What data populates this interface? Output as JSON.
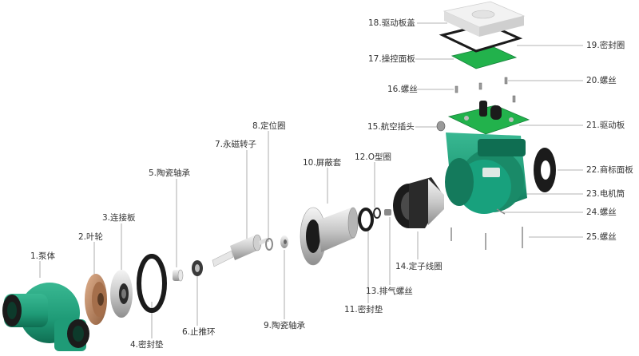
{
  "diagram": {
    "colors": {
      "housing_green": "#1f9b77",
      "dark_green": "#0f6e52",
      "pcb_green": "#22b24c",
      "black": "#1b1b1b",
      "bronze": "#b9825c",
      "silver": "#c9c9c9",
      "leader_line": "#9a9a9a",
      "label_text": "#333333"
    },
    "parts": [
      {
        "id": 1,
        "label": "1.泵体"
      },
      {
        "id": 2,
        "label": "2.叶轮"
      },
      {
        "id": 3,
        "label": "3.连接板"
      },
      {
        "id": 4,
        "label": "4.密封垫"
      },
      {
        "id": 5,
        "label": "5.陶瓷轴承"
      },
      {
        "id": 6,
        "label": "6.止推环"
      },
      {
        "id": 7,
        "label": "7.永磁转子"
      },
      {
        "id": 8,
        "label": "8.定位圈"
      },
      {
        "id": 9,
        "label": "9.陶瓷轴承"
      },
      {
        "id": 10,
        "label": "10.屏蔽套"
      },
      {
        "id": 11,
        "label": "11.密封垫"
      },
      {
        "id": 12,
        "label": "12.O型圈"
      },
      {
        "id": 13,
        "label": "13.排气螺丝"
      },
      {
        "id": 14,
        "label": "14.定子线圈"
      },
      {
        "id": 15,
        "label": "15.航空插头"
      },
      {
        "id": 16,
        "label": "16.螺丝"
      },
      {
        "id": 17,
        "label": "17.操控面板"
      },
      {
        "id": 18,
        "label": "18.驱动板盖"
      },
      {
        "id": 19,
        "label": "19.密封圈"
      },
      {
        "id": 20,
        "label": "20.螺丝"
      },
      {
        "id": 21,
        "label": "21.驱动板"
      },
      {
        "id": 22,
        "label": "22.商标面板"
      },
      {
        "id": 23,
        "label": "23.电机筒"
      },
      {
        "id": 24,
        "label": "24.螺丝"
      },
      {
        "id": 25,
        "label": "25.螺丝"
      }
    ]
  }
}
